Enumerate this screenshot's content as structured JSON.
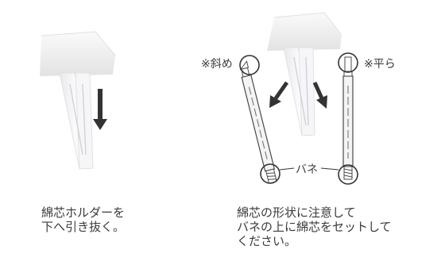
{
  "figure": {
    "label_diagonal": "※斜め",
    "label_flat": "※平ら",
    "label_spring": "バネ",
    "colors": {
      "cap": "#f1f1f1",
      "leg": "#f4f4f6",
      "outline": "#4a4a4a",
      "arrow": "#333333",
      "text": "#3a3a3a"
    },
    "icons": [
      "down-arrow-icon",
      "diagonal-arrow-icon",
      "magnifier-circle-icon"
    ]
  },
  "captions": {
    "left": [
      "綿芯ホルダーを",
      "下へ引き抜く。"
    ],
    "right": [
      "綿芯の形状に注意して",
      "バネの上に綿芯をセットして",
      "ください。"
    ]
  }
}
